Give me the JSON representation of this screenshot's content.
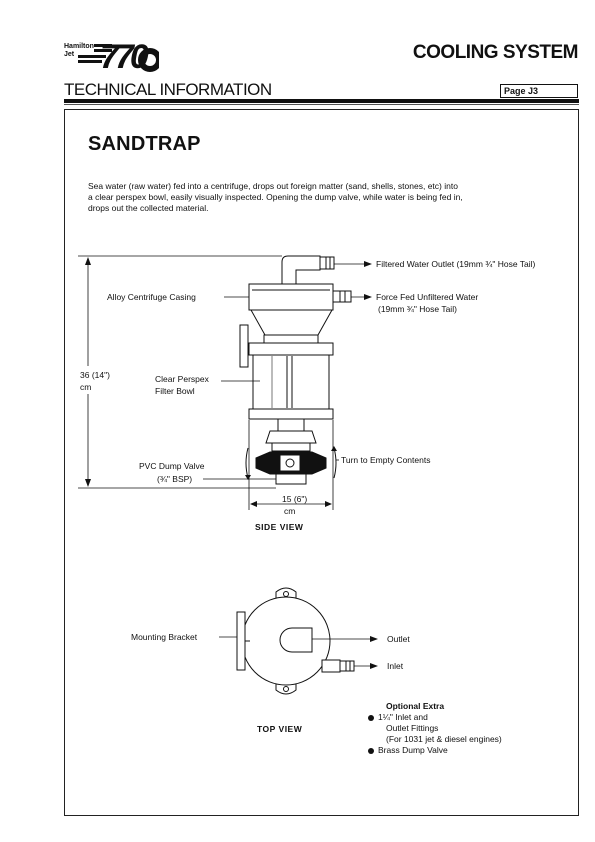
{
  "header": {
    "logo_line1": "Hamilton",
    "logo_line2": "Jet",
    "logo_model": "770",
    "section": "COOLING SYSTEM",
    "doc_type": "TECHNICAL INFORMATION",
    "page": "Page J3"
  },
  "content": {
    "title": "SANDTRAP",
    "intro": [
      "Sea water (raw water) fed into a centrifuge, drops out foreign matter (sand, shells, stones, etc) into",
      "a clear perspex bowl, easily visually inspected. Opening the dump valve, while water is being fed in,",
      "drops out the collected material."
    ]
  },
  "side_view": {
    "caption": "SIDE VIEW",
    "labels": {
      "filtered_outlet": "Filtered Water Outlet (19mm ¾\" Hose Tail)",
      "casing": "Alloy Centrifuge Casing",
      "force_fed_1": "Force Fed Unfiltered Water",
      "force_fed_2": "(19mm ¾\" Hose Tail)",
      "height_1": "36 (14\")",
      "height_2": "cm",
      "bowl_1": "Clear Perspex",
      "bowl_2": "Filter Bowl",
      "turn": "Turn to Empty Contents",
      "dump_1": "PVC Dump Valve",
      "dump_2": "(¾\" BSP)",
      "width_1": "15 (6\")",
      "width_2": "cm"
    }
  },
  "top_view": {
    "caption": "TOP VIEW",
    "labels": {
      "bracket": "Mounting Bracket",
      "outlet": "Outlet",
      "inlet": "Inlet"
    }
  },
  "optional_extra": {
    "title": "Optional Extra",
    "item1_line1": "1¼\" Inlet and",
    "item1_line2": "Outlet Fittings",
    "item1_line3": "(For 1031 jet & diesel engines)",
    "item2": "Brass Dump Valve"
  }
}
